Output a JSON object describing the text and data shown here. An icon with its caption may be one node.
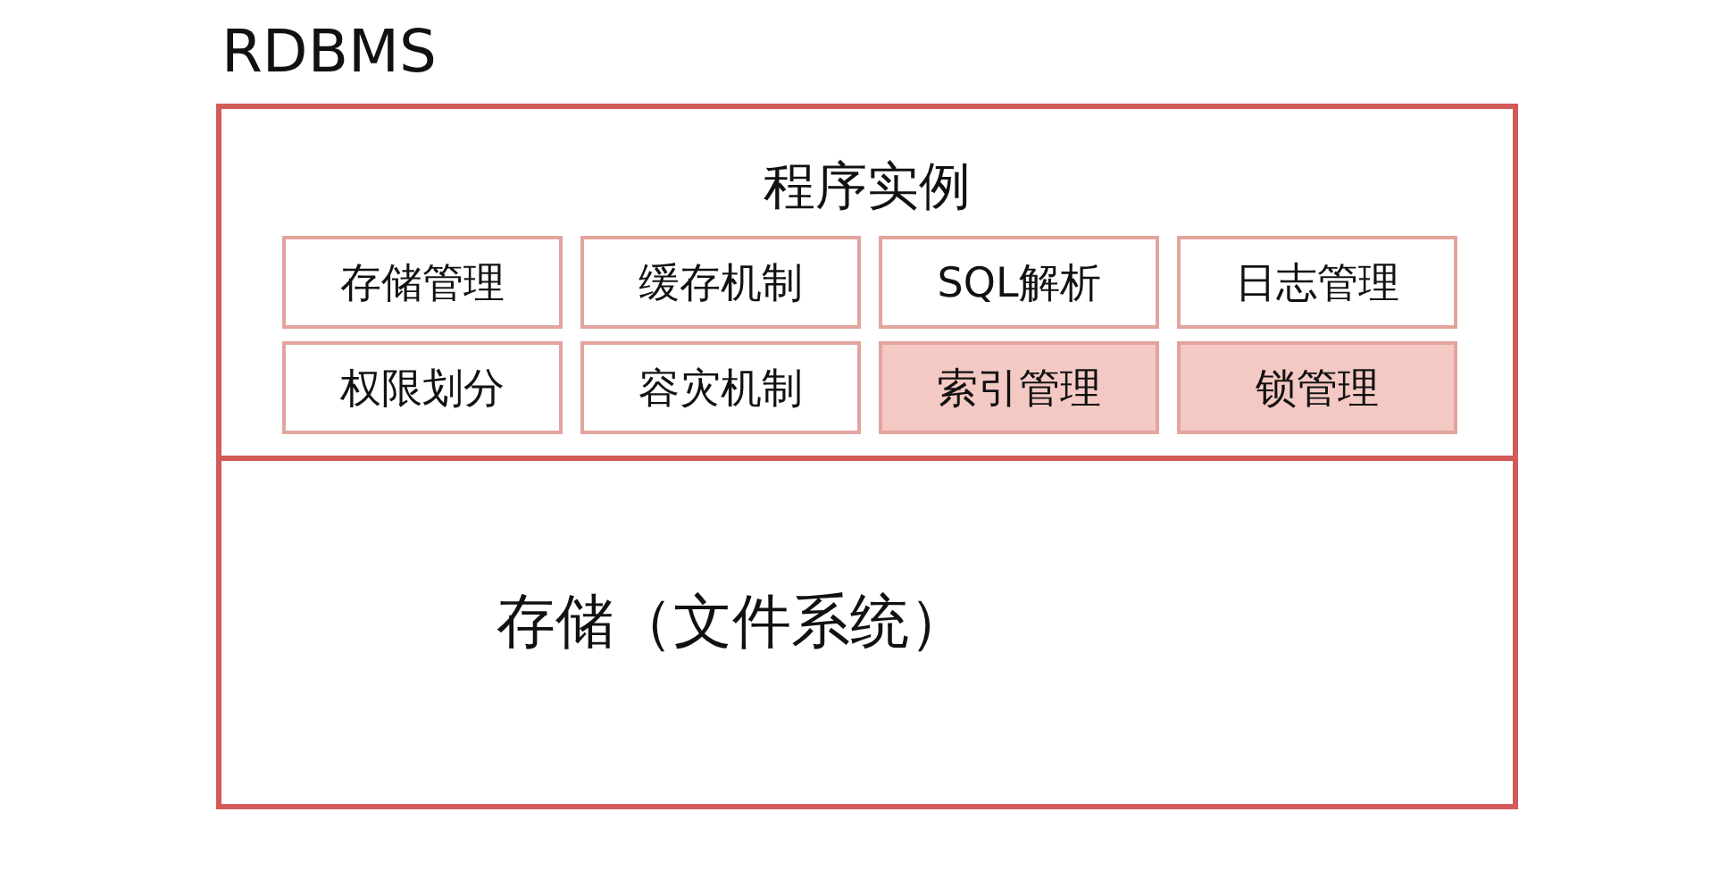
{
  "diagram": {
    "nodes": [
      {
        "text": [
          "RDBMS"
        ]
      },
      {
        "text": [
          "程序实例"
        ],
        "in": 0
      },
      {
        "text": [
          "存储管理"
        ],
        "in": 1
      },
      {
        "text": [
          "缓存机制"
        ],
        "in": 1
      },
      {
        "text": [
          "SQL解析"
        ],
        "in": 1
      },
      {
        "text": [
          "日志管理"
        ],
        "in": 1
      },
      {
        "text": [
          "权限划分"
        ],
        "in": 1
      },
      {
        "text": [
          "容灾机制"
        ],
        "in": 1
      },
      {
        "text": [
          "索引管理"
        ],
        "in": 1
      },
      {
        "text": [
          "锁管理"
        ],
        "in": 1
      },
      {
        "text": [
          "存储（文件系统）"
        ],
        "in": 0
      }
    ]
  }
}
